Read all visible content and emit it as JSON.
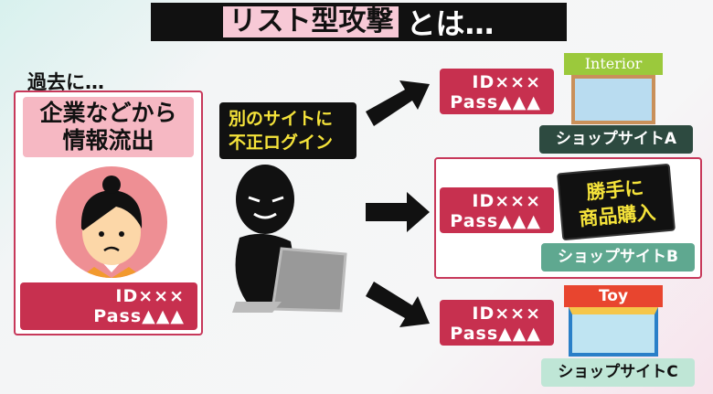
{
  "title": {
    "keyword": "リスト型攻撃",
    "rest": "とは…"
  },
  "past_label": "過去に…",
  "leak_card": {
    "line1": "企業などから",
    "line2": "情報流出",
    "id": "ID×××",
    "pass": "Pass▲▲▲"
  },
  "attack_label": {
    "line1": "別のサイトに",
    "line2": "不正ログイン"
  },
  "sites": [
    {
      "id": "ID×××",
      "pass": "Pass▲▲▲",
      "sign": "Interior",
      "label": "ショップサイトA"
    },
    {
      "id": "ID×××",
      "pass": "Pass▲▲▲",
      "label": "ショップサイトB",
      "note1": "勝手に",
      "note2": "商品購入"
    },
    {
      "id": "ID×××",
      "pass": "Pass▲▲▲",
      "sign": "Toy",
      "label": "ショップサイトC"
    }
  ],
  "colors": {
    "cred": "#c7304f",
    "siteA": "#2d4a40",
    "siteB": "#5fa890",
    "siteC": "#bfe6d6",
    "accent_yellow": "#f5e33a"
  }
}
